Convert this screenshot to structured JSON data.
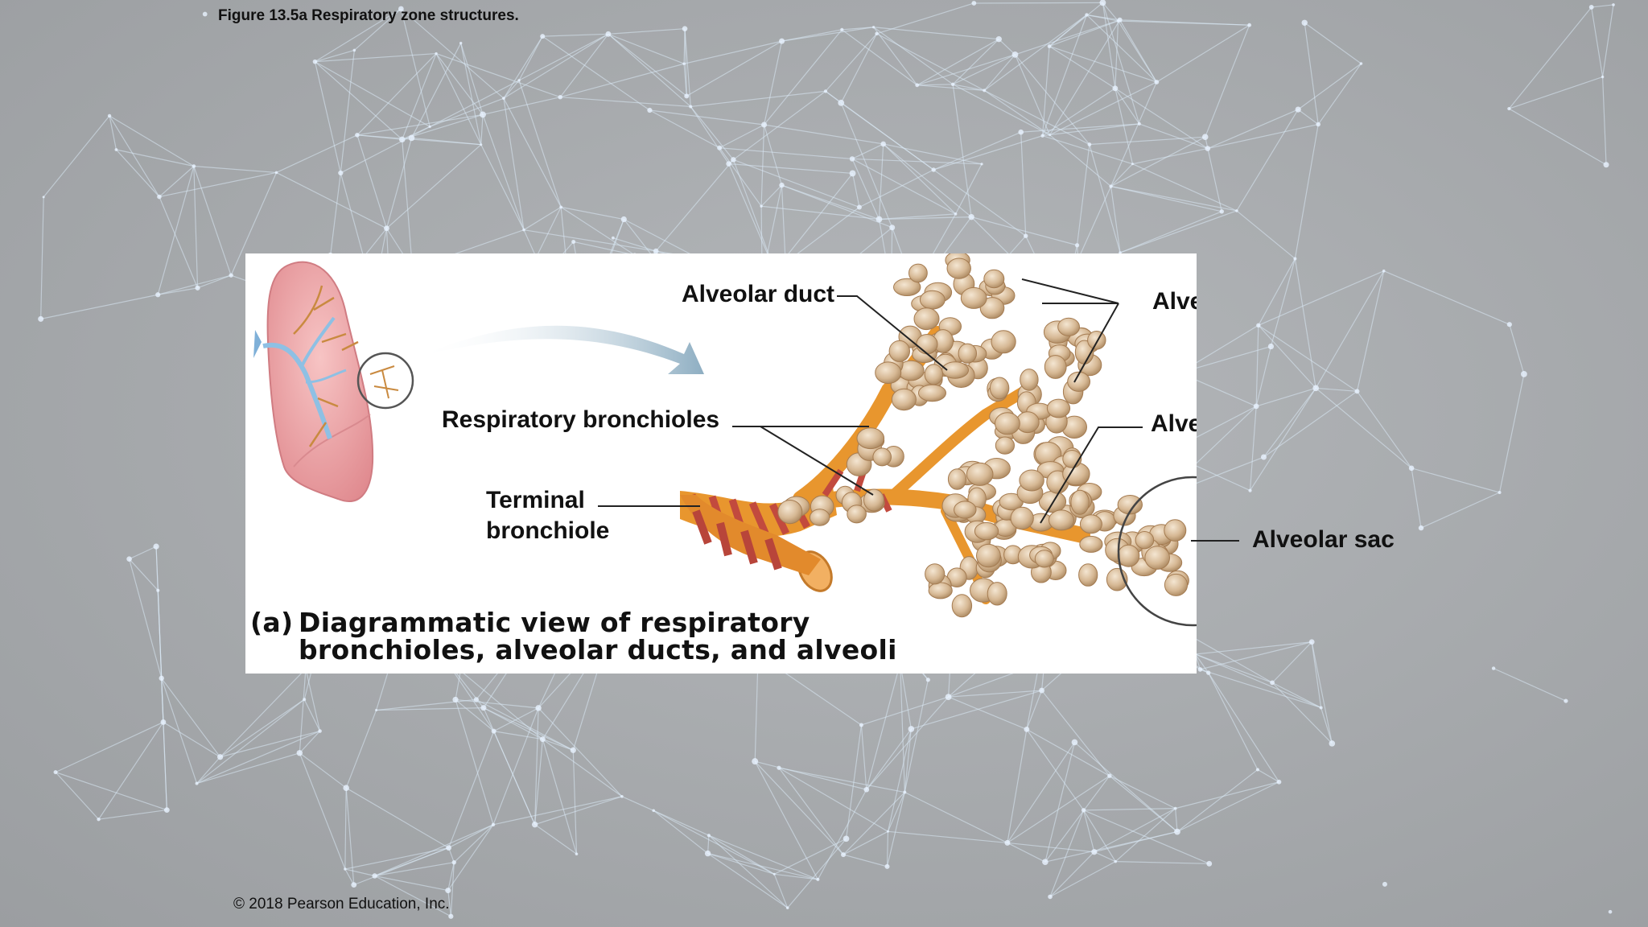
{
  "figure_title": "Figure 13.5a Respiratory zone structures.",
  "copyright": "© 2018 Pearson Education, Inc.",
  "labels": {
    "alveolar_duct_top": "Alveolar duct",
    "alveoli": "Alveoli",
    "respiratory_bronchioles": "Respiratory bronchioles",
    "terminal_bronchiole_line1": "Terminal",
    "terminal_bronchiole_line2": "bronchiole",
    "alveolar_duct_right": "Alveolar duct",
    "alveolar_sac": "Alveolar sac"
  },
  "caption": {
    "tag": "(a)",
    "line1": "Diagrammatic view of respiratory",
    "line2": "bronchioles, alveolar ducts, and alveoli"
  },
  "colors": {
    "lung": "#f0a8a8",
    "airway": "#e89030",
    "muscle": "#c0504a",
    "alveolus": "#d4b890",
    "arrow": "#9fb9c9"
  }
}
